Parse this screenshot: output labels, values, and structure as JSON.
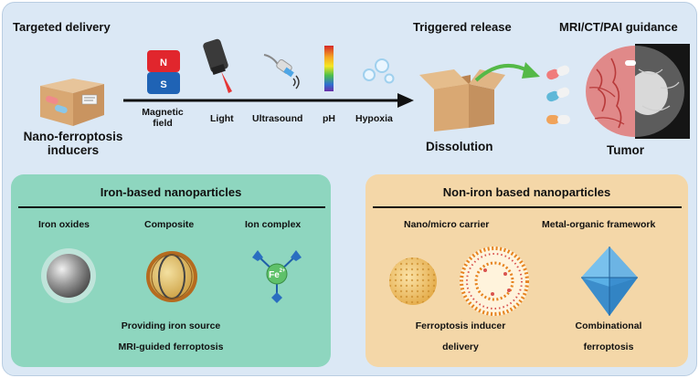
{
  "top": {
    "targeted_delivery": "Targeted delivery",
    "inducers_line1": "Nano-ferroptosis",
    "inducers_line2": "inducers",
    "stimuli": {
      "magnetic_line1": "Magnetic",
      "magnetic_line2": "field",
      "light": "Light",
      "ultrasound": "Ultrasound",
      "ph": "pH",
      "hypoxia": "Hypoxia"
    },
    "magnet_n": "N",
    "magnet_s": "S",
    "triggered_release": "Triggered release",
    "dissolution": "Dissolution",
    "guidance": "MRI/CT/PAI guidance",
    "tumor": "Tumor"
  },
  "iron_panel": {
    "title": "Iron-based nanoparticles",
    "items": [
      "Iron oxides",
      "Composite",
      "Ion complex"
    ],
    "fe_label": "Fe",
    "fe_charge": "2+",
    "caption_line1": "Providing iron source",
    "caption_line2": "MRI-guided ferroptosis"
  },
  "noniron_panel": {
    "title": "Non-iron based nanoparticles",
    "items": [
      "Nano/micro carrier",
      "Metal-organic framework"
    ],
    "caption_left_line1": "Ferroptosis inducer",
    "caption_left_line2": "delivery",
    "caption_right_line1": "Combinational",
    "caption_right_line2": "ferroptosis"
  },
  "colors": {
    "background": "#dbe8f5",
    "iron_panel": "#8ed6bf",
    "noniron_panel": "#f4d7a8",
    "release_arrow": "#55b947",
    "magnet_red": "#e1262d",
    "magnet_blue": "#1f63b5"
  }
}
